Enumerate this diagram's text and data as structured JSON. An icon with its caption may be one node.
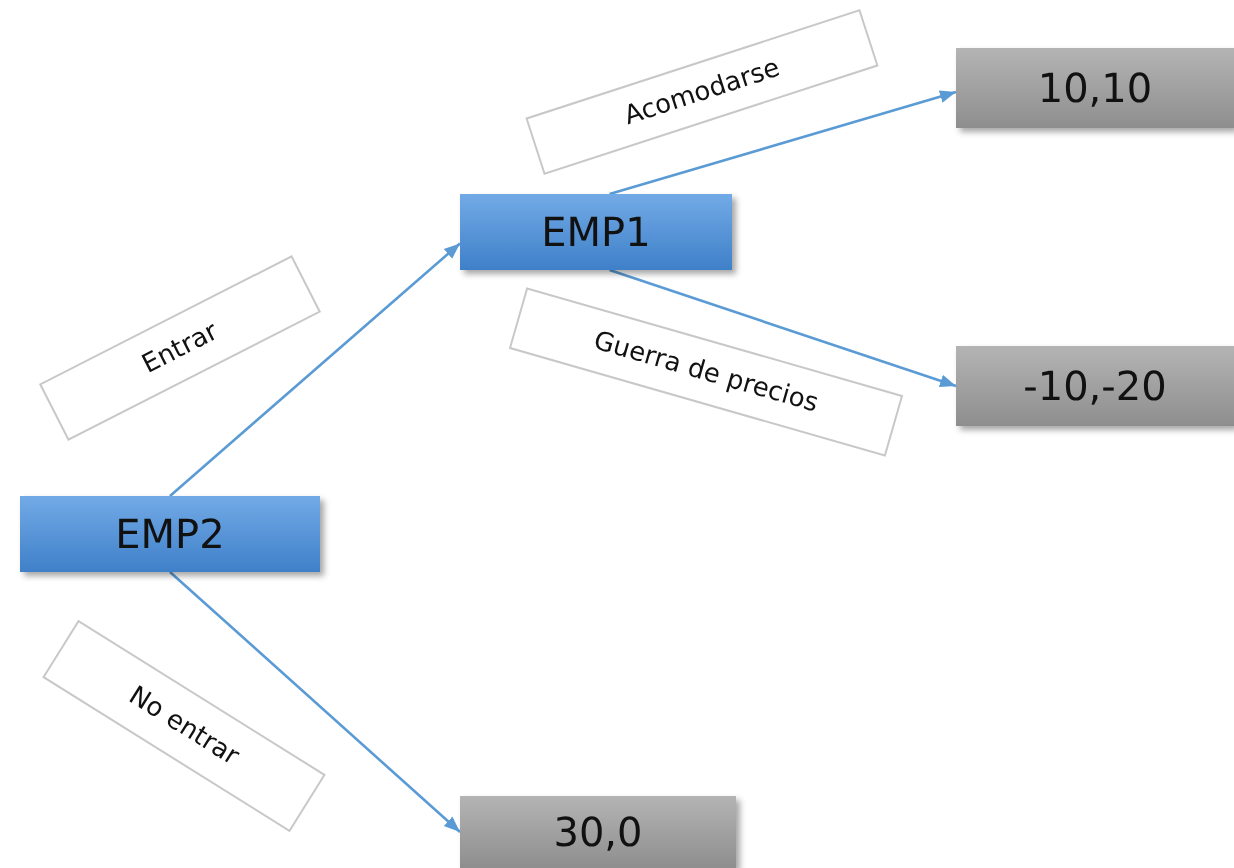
{
  "diagram": {
    "nodes": [
      {
        "text": [
          "EMP2"
        ]
      },
      {
        "text": [
          "EMP1"
        ]
      },
      {
        "text": [
          "10,10"
        ]
      },
      {
        "text": [
          "-10,-20"
        ]
      },
      {
        "text": [
          "30,0"
        ]
      }
    ],
    "edges": [
      {
        "from": 0,
        "to": 1,
        "arrow": "to",
        "label": "Entrar"
      },
      {
        "from": 1,
        "to": 2,
        "arrow": "to",
        "label": "Acomodarse"
      },
      {
        "from": 1,
        "to": 3,
        "arrow": "to",
        "label": "Guerra de precios"
      },
      {
        "from": 0,
        "to": 4,
        "arrow": "to",
        "label": "No entrar"
      }
    ]
  }
}
